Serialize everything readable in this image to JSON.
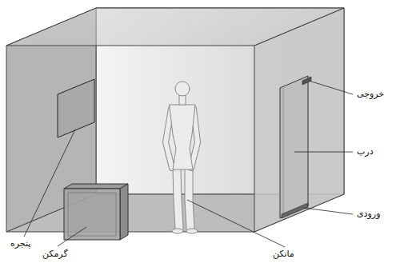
{
  "diagram": {
    "labels": [
      "پنجره",
      "گرمکن",
      "مانکن",
      "خروجی",
      "درب",
      "ورودی"
    ]
  }
}
